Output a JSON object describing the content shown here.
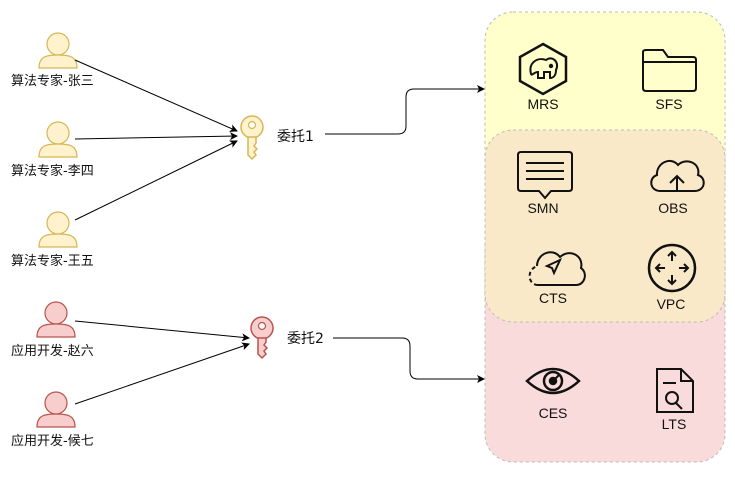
{
  "users": [
    {
      "label": "算法专家-张三"
    },
    {
      "label": "算法专家-李四"
    },
    {
      "label": "算法专家-王五"
    },
    {
      "label": "应用开发-赵六"
    },
    {
      "label": "应用开发-候七"
    }
  ],
  "keys": [
    {
      "label": "委托1"
    },
    {
      "label": "委托2"
    }
  ],
  "services": [
    {
      "label": "MRS",
      "icon": "mrs-elephant-icon"
    },
    {
      "label": "SFS",
      "icon": "folder-icon"
    },
    {
      "label": "SMN",
      "icon": "message-icon"
    },
    {
      "label": "OBS",
      "icon": "cloud-upload-icon"
    },
    {
      "label": "CTS",
      "icon": "cloud-trace-icon"
    },
    {
      "label": "VPC",
      "icon": "router-icon"
    },
    {
      "label": "CES",
      "icon": "eye-icon"
    },
    {
      "label": "LTS",
      "icon": "log-search-icon"
    }
  ],
  "colors": {
    "user_yellow": "#fff2cc",
    "user_yellow_stroke": "#d6b656",
    "user_red": "#f8cecc",
    "user_red_stroke": "#b85450",
    "key_yellow": "#fff2cc",
    "key_red": "#f8cecc",
    "group1_fill": "#ffffcc",
    "group2_fill": "#fae9c8",
    "group3_fill": "#fadbdb",
    "group_stroke": "#bbbbbb"
  }
}
